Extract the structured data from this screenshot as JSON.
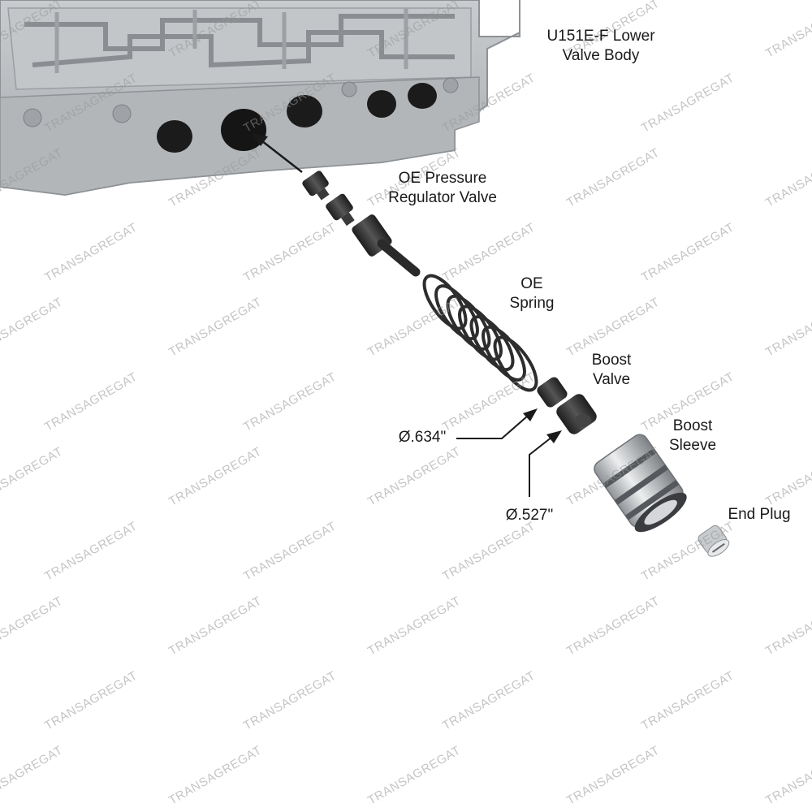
{
  "diagram": {
    "labels": {
      "valve_body": [
        "U151E-F Lower",
        "Valve Body"
      ],
      "pressure_regulator": [
        "OE Pressure",
        "Regulator Valve"
      ],
      "oe_spring": [
        "OE",
        "Spring"
      ],
      "boost_valve": [
        "Boost",
        "Valve"
      ],
      "boost_sleeve": [
        "Boost",
        "Sleeve"
      ],
      "end_plug": "End Plug",
      "dim_large": "Ø.634\"",
      "dim_small": "Ø.527\""
    },
    "watermark": "TRANSAGREGAT",
    "colors": {
      "casting": "#b9bcbf",
      "casting_dark": "#8e9296",
      "part_dark": "#2b2b2b",
      "metal_light": "#d7d9dc",
      "text": "#1a1a1a",
      "watermark": "#a0a0a0"
    }
  }
}
